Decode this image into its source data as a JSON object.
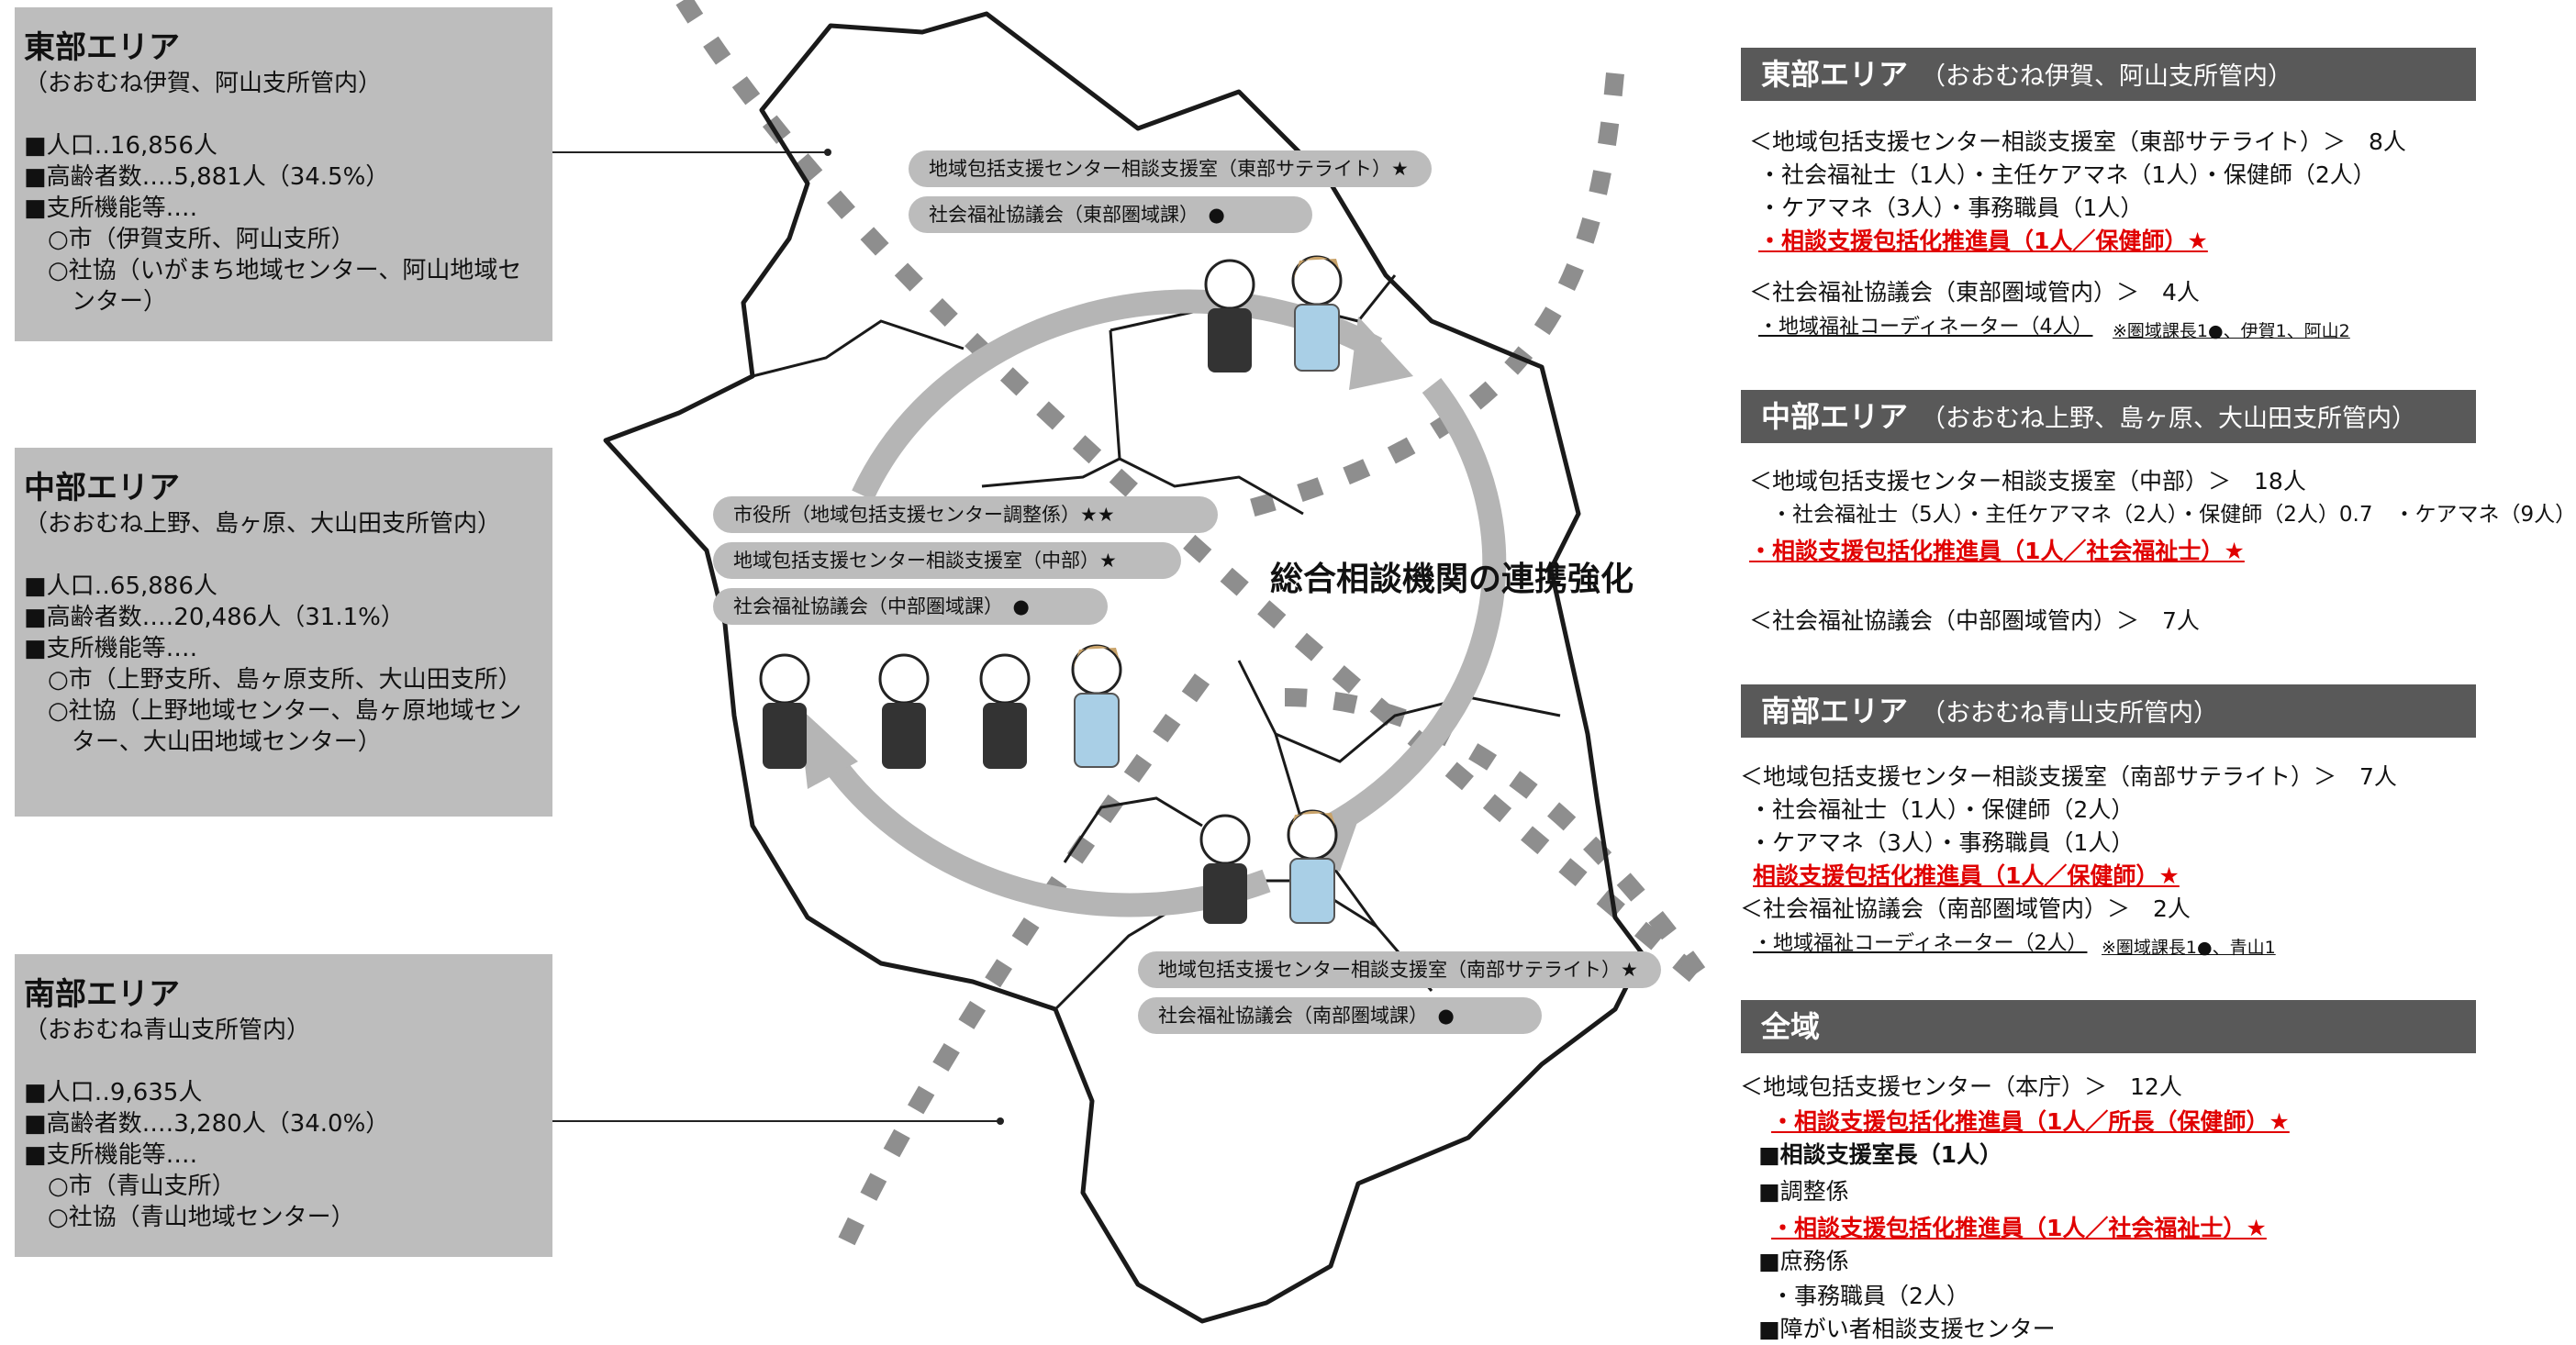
{
  "areas": {
    "east": {
      "name": "東部エリア",
      "sub": "（おおむね伊賀、阿山支所管内）",
      "lines": [
        "■人口‥16,856人",
        "■高齢者数‥‥5,881人（34.5%）",
        "■支所機能等‥‥",
        "　○市（伊賀支所、阿山支所）",
        "　○社協（いがまち地域センター、阿山地域セ",
        "　　ンター）"
      ]
    },
    "central": {
      "name": "中部エリア",
      "sub": "（おおむね上野、島ヶ原、大山田支所管内）",
      "lines": [
        "■人口‥65,886人",
        "■高齢者数‥‥20,486人（31.1%）",
        "■支所機能等‥‥",
        "　○市（上野支所、島ヶ原支所、大山田支所）",
        "　○社協（上野地域センター、島ヶ原地域セン",
        "　　ター、大山田地域センター）"
      ]
    },
    "south": {
      "name": "南部エリア",
      "sub": "（おおむね青山支所管内）",
      "lines": [
        "■人口‥9,635人",
        "■高齢者数‥‥3,280人（34.0%）",
        "■支所機能等‥‥",
        "　○市（青山支所）",
        "　○社協（青山地域センター）"
      ]
    }
  },
  "map": {
    "center_label": "総合相談機関の連携強化",
    "pills": {
      "east_satellite": "地域包括支援センター相談支援室（東部サテライト）★",
      "east_council": "社会福祉協議会（東部圏域課）　●",
      "city_hall": "市役所（地域包括支援センター調整係）★★",
      "central_office": "地域包括支援センター相談支援室（中部）★",
      "central_council": "社会福祉協議会（中部圏域課）　●",
      "south_satellite": "地域包括支援センター相談支援室（南部サテライト）★",
      "south_council": "社会福祉協議会（南部圏域課）　●"
    }
  },
  "panel": {
    "east": {
      "title": "東部エリア",
      "sub": "（おおむね伊賀、阿山支所管内）",
      "l1": "＜地域包括支援センター相談支援室（東部サテライト）＞　8人",
      "l2": "・社会福祉士（1人）・主任ケアマネ（1人）・保健師（2人）",
      "l3": "・ケアマネ（3人）・事務職員（1人）",
      "l4": "・相談支援包括化推進員（1人／保健師）★",
      "l5": "＜社会福祉協議会（東部圏域管内）＞　4人",
      "l6a": "・地域福祉コーディネーター（4人）",
      "l6b": "※圏域課長1●、伊賀1、阿山2"
    },
    "central": {
      "title": "中部エリア",
      "sub": "（おおむね上野、島ヶ原、大山田支所管内）",
      "l1": "＜地域包括支援センター相談支援室（中部）＞　18人",
      "l2": "・社会福祉士（5人）・主任ケアマネ（2人）・保健師（2人）0.7　・ケアマネ（9人）",
      "l3": "・相談支援包括化推進員（1人／社会福祉士）★",
      "l4": "＜社会福祉協議会（中部圏域管内）＞　7人"
    },
    "south": {
      "title": "南部エリア",
      "sub": "（おおむね青山支所管内）",
      "l1": "＜地域包括支援センター相談支援室（南部サテライト）＞　7人",
      "l2": "・社会福祉士（1人）・保健師（2人）",
      "l3": "・ケアマネ（3人）・事務職員（1人）",
      "l4": "相談支援包括化推進員（1人／保健師）★",
      "l5": "＜社会福祉協議会（南部圏域管内）＞　2人",
      "l6a": "・地域福祉コーディネーター（2人）",
      "l6b": "※圏域課長1●、青山1"
    },
    "all": {
      "title": "全域",
      "l1": "＜地域包括支援センター（本庁）＞　12人",
      "l2": "・相談支援包括化推進員（1人／所長（保健師）★",
      "l3": "■相談支援室長（1人）",
      "l4": "■調整係",
      "l5": "・相談支援包括化推進員（1人／社会福祉士）★",
      "l6": "■庶務係",
      "l7": "・事務職員（2人）",
      "l8": "■障がい者相談支援センター"
    }
  }
}
